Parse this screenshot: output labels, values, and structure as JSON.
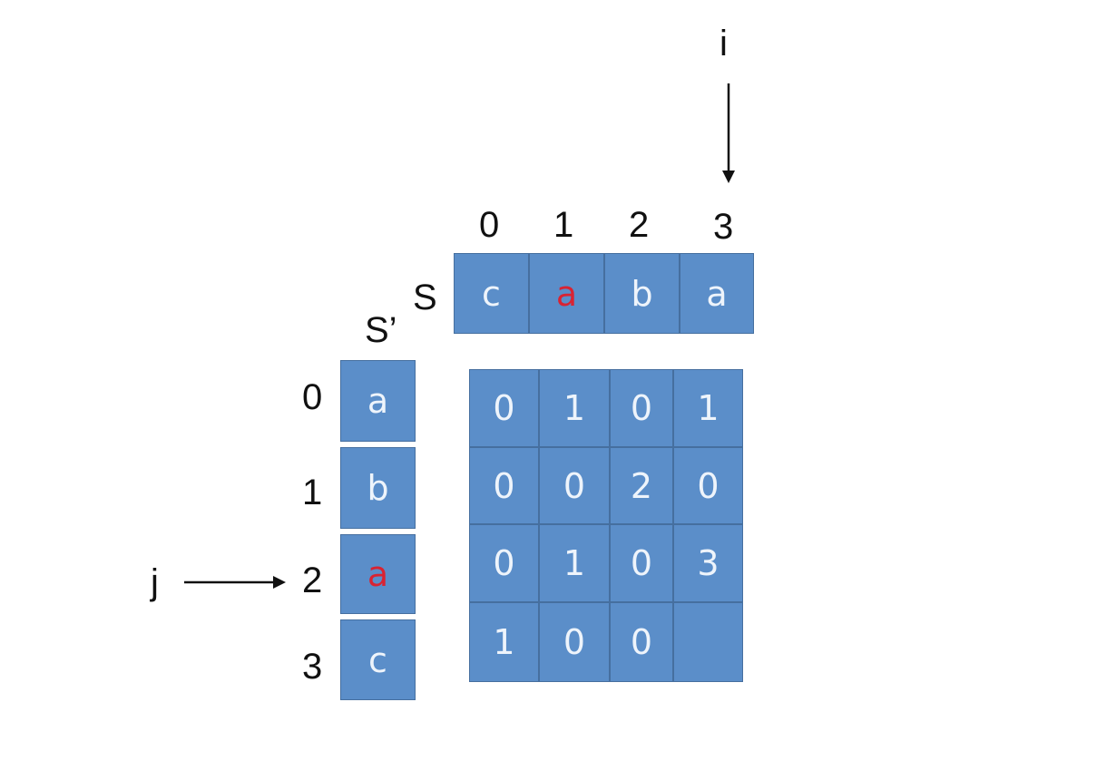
{
  "pointer_i": "i",
  "pointer_j": "j",
  "s_label": "S",
  "s_prime_label": "S’",
  "column_indices": [
    "0",
    "1",
    "2",
    "3"
  ],
  "row_indices": [
    "0",
    "1",
    "2",
    "3"
  ],
  "s_chars": [
    "c",
    "a",
    "b",
    "a"
  ],
  "s_prime_chars": [
    "a",
    "b",
    "a",
    "c"
  ],
  "highlight_s_index": 1,
  "highlight_s_prime_index": 2,
  "highlight_color": "#d92332",
  "cell_color": "#5b8ec9",
  "matrix": [
    [
      "0",
      "1",
      "0",
      "1"
    ],
    [
      "0",
      "0",
      "2",
      "0"
    ],
    [
      "0",
      "1",
      "0",
      "3"
    ],
    [
      "1",
      "0",
      "0",
      ""
    ]
  ]
}
